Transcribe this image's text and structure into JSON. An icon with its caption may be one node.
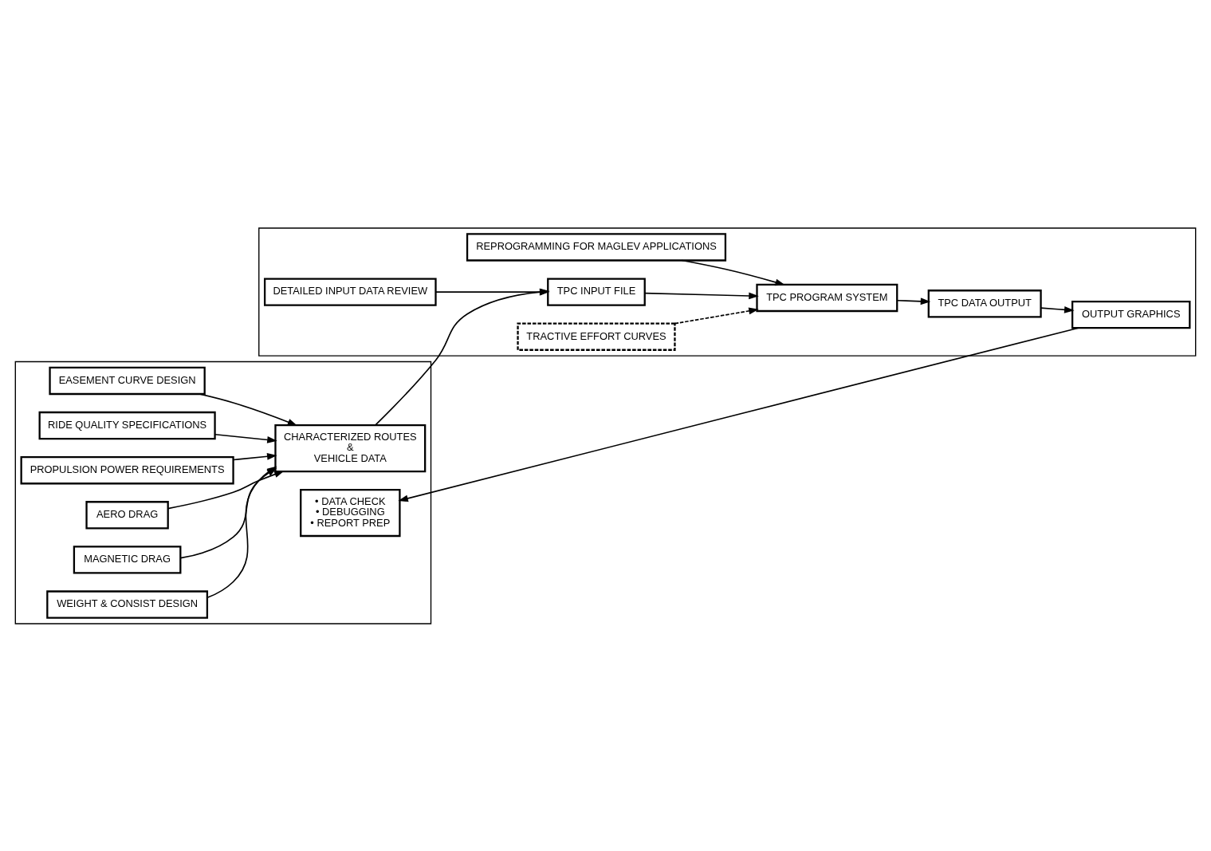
{
  "diagram": {
    "nodes": [
      {
        "text": [],
        "shape": "box"
      },
      {
        "text": [
          "EASEMENT CURVE DESIGN"
        ],
        "in": 0
      },
      {
        "text": [
          "RIDE QUALITY SPECIFICATIONS"
        ],
        "in": 0
      },
      {
        "text": [
          "PROPULSION POWER REQUIREMENTS"
        ],
        "in": 0
      },
      {
        "text": [
          "AERO DRAG"
        ],
        "in": 0
      },
      {
        "text": [
          "MAGNETIC DRAG"
        ],
        "in": 0
      },
      {
        "text": [
          "WEIGHT & CONSIST DESIGN"
        ],
        "in": 0
      },
      {
        "text": [
          "CHARACTERIZED ROUTES",
          "&",
          "VEHICLE DATA"
        ],
        "in": 0
      },
      {
        "text": [
          "• DATA CHECK",
          "• DEBUGGING",
          "• REPORT PREP"
        ],
        "in": 0
      },
      {
        "text": [],
        "shape": "box"
      },
      {
        "text": [
          "REPROGRAMMING FOR MAGLEV APPLICATIONS"
        ],
        "in": 9
      },
      {
        "text": [
          "DETAILED INPUT DATA REVIEW"
        ],
        "in": 9
      },
      {
        "text": [
          "TPC INPUT FILE"
        ],
        "in": 9
      },
      {
        "text": [
          "TRACTIVE EFFORT CURVES"
        ],
        "in": 9
      },
      {
        "text": [
          "TPC PROGRAM SYSTEM"
        ],
        "in": 9
      },
      {
        "text": [
          "TPC DATA OUTPUT"
        ],
        "in": 9
      },
      {
        "text": [
          "OUTPUT GRAPHICS"
        ],
        "in": 9
      }
    ],
    "edges": [
      {
        "from": 1,
        "to": 7,
        "arrow": "to"
      },
      {
        "from": 2,
        "to": 7,
        "arrow": "to"
      },
      {
        "from": 3,
        "to": 7,
        "arrow": "to"
      },
      {
        "from": 4,
        "to": 7,
        "arrow": "to"
      },
      {
        "from": 5,
        "to": 7,
        "arrow": "to"
      },
      {
        "from": 6,
        "to": 7,
        "arrow": "to"
      },
      {
        "from": 7,
        "to": 12,
        "arrow": "to"
      },
      {
        "from": 10,
        "to": 14,
        "arrow": "to"
      },
      {
        "from": 11,
        "to": 12,
        "arrow": "to"
      },
      {
        "from": 12,
        "to": 14,
        "arrow": "to"
      },
      {
        "from": 13,
        "to": 14,
        "arrow": "to",
        "style": "dashed"
      },
      {
        "from": 14,
        "to": 15,
        "arrow": "to"
      },
      {
        "from": 15,
        "to": 16,
        "arrow": "to"
      },
      {
        "from": 16,
        "to": 8,
        "arrow": "to"
      }
    ]
  }
}
